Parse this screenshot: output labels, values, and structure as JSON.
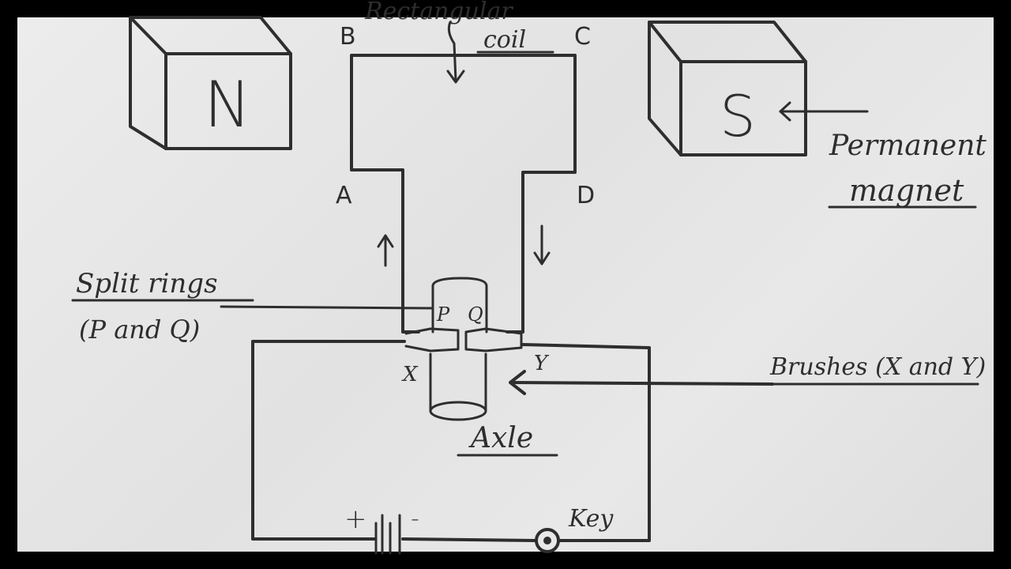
{
  "magnets": {
    "north": "N",
    "south": "S"
  },
  "corners": {
    "a": "A",
    "b": "B",
    "c": "C",
    "d": "D"
  },
  "ring_letters": {
    "p": "P",
    "q": "Q"
  },
  "brush_letters": {
    "x": "X",
    "y": "Y"
  },
  "labels": {
    "coil_top": "Rectangular",
    "coil": "coil",
    "permanent": "Permanent",
    "magnet": "magnet",
    "split_rings": "Split rings",
    "split_rings_sub": "(P and Q)",
    "brushes": "Brushes (X and Y)",
    "axle": "Axle",
    "plus": "+",
    "minus": "-",
    "key": "Key"
  },
  "colors": {
    "paper": "#e6e6e6",
    "ink": "#2e2e2e",
    "frame": "#000000"
  }
}
